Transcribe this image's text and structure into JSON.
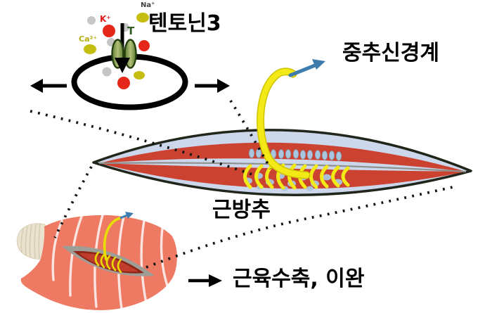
{
  "figure": {
    "type": "scientific-illustration",
    "description_visible_text_only": true,
    "labels": {
      "tentonin3": "텐토닌3",
      "central_nervous_system": "중추신경계",
      "muscle_spindle": "근방추",
      "muscle_action": "근육수축, 이완"
    },
    "ion_channel_view": {
      "channel_label": "T",
      "ion_labels": {
        "sodium": "Na⁺",
        "potassium": "K⁺",
        "calcium": "Ca²⁺"
      }
    },
    "palette": {
      "background": "#ffffff",
      "spindle_capsule": "#ccd7ec",
      "spindle_outline": "#20261a",
      "intrafusal_fiber_red": "#cb4230",
      "nuclei_blue": "#a9c6de",
      "sensory_nerve_yellow": "#f2e916",
      "cns_arrow_blue": "#3e7cae",
      "muscle_salmon": "#ee7a63",
      "tendon_cream": "#ebe3cf",
      "slit_gray": "#9e9e97",
      "channel_green": "#7d9448",
      "ion_red": "#e42718",
      "ion_yellow": "#c5bd12",
      "ion_gray": "#c6c6c6",
      "text_black": "#000000"
    }
  }
}
